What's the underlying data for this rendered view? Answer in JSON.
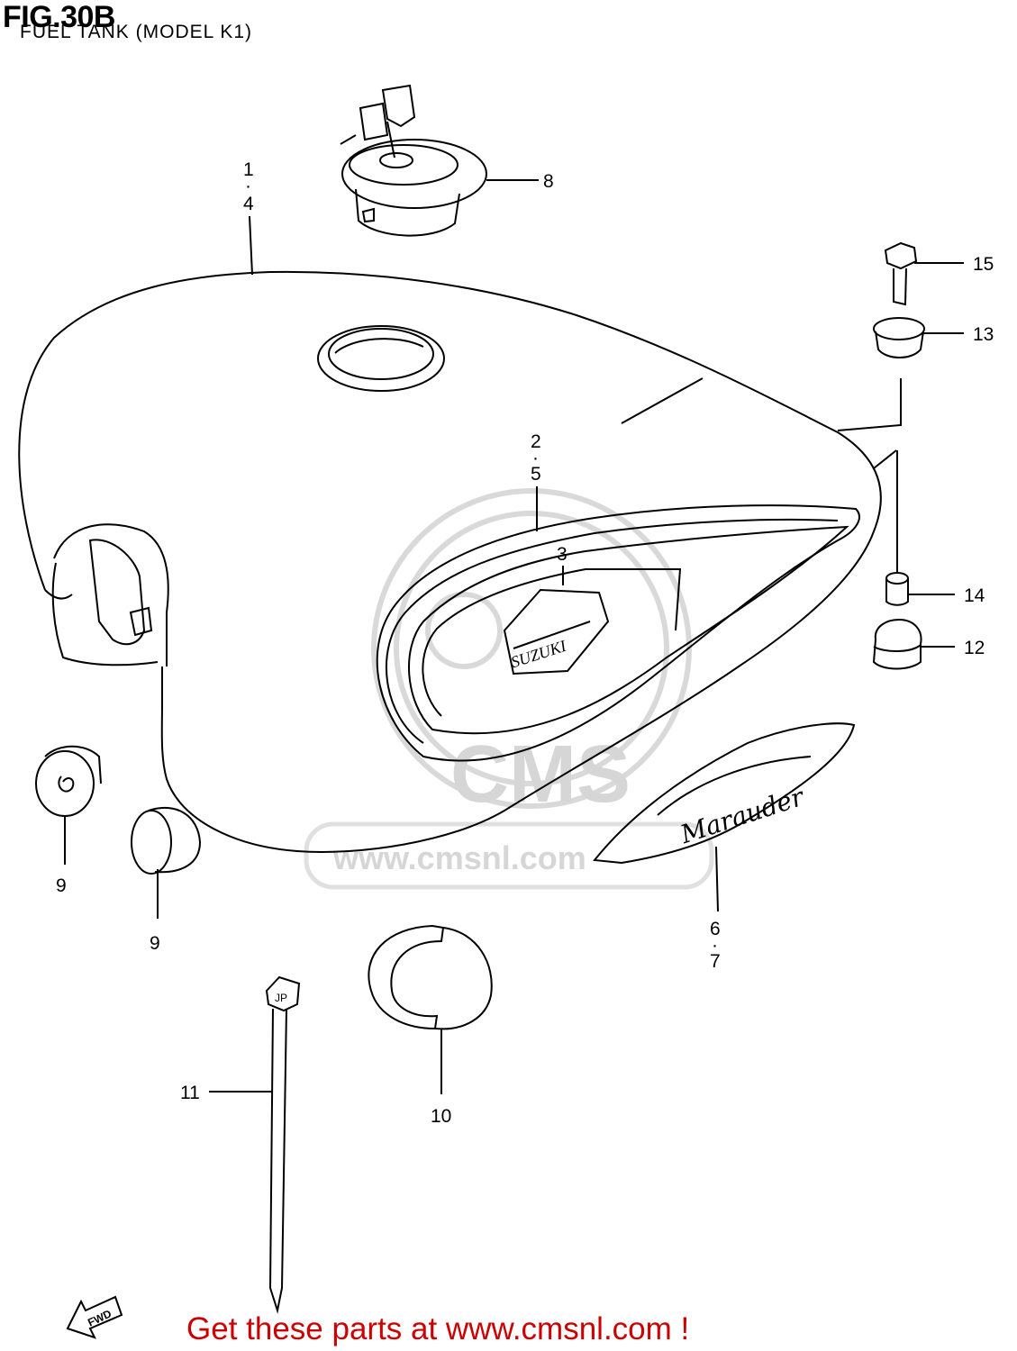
{
  "header": {
    "title": "FIG.30B",
    "subtitle": "FUEL TANK (MODEL K1)"
  },
  "callouts": {
    "c1_4_top": "1",
    "c1_4_dot": "·",
    "c1_4_bot": "4",
    "c2_5_top": "2",
    "c2_5_dot": "·",
    "c2_5_bot": "5",
    "c3": "3",
    "c6_7_top": "6",
    "c6_7_dot": "·",
    "c6_7_bot": "7",
    "c8": "8",
    "c9_a": "9",
    "c9_b": "9",
    "c10": "10",
    "c11": "11",
    "c12": "12",
    "c13": "13",
    "c14": "14",
    "c15": "15"
  },
  "emblems": {
    "suzuki": "SUZUKI",
    "marauder": "Marauder",
    "fwd": "FWD",
    "tie_tag": "JP"
  },
  "watermark": {
    "text": "www.cmsnl.com",
    "logo": "CMS"
  },
  "footer": {
    "text": "Get these parts at www.cmsnl.com !"
  }
}
